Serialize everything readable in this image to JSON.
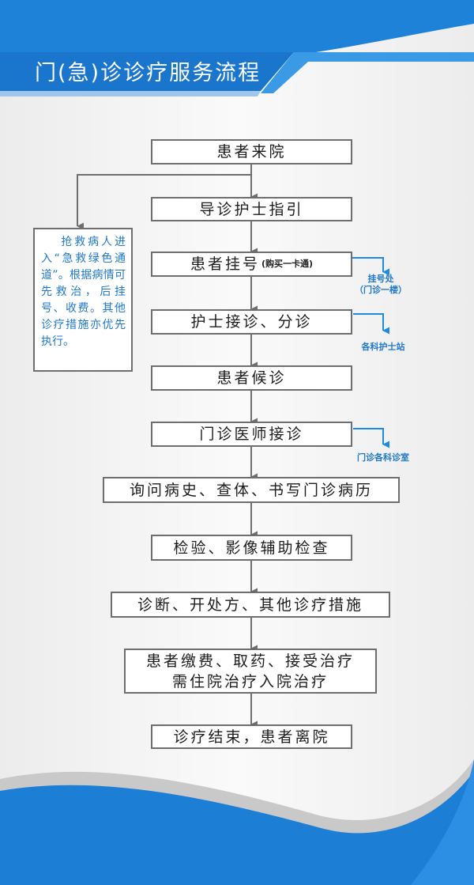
{
  "title": "门(急)诊诊疗服务流程",
  "colors": {
    "banner": "#1a7ad0",
    "accent": "#2a8ee2",
    "box_border": "#6e6e6e",
    "arrow": "#6e6e6e",
    "note_text": "#1f78c8"
  },
  "steps": [
    {
      "label": "患者来院"
    },
    {
      "label": "导诊护士指引"
    },
    {
      "label": "患者挂号",
      "small": "(购买一卡通)"
    },
    {
      "label": "护士接诊、分诊"
    },
    {
      "label": "患者候诊"
    },
    {
      "label": "门诊医师接诊"
    },
    {
      "label": "询问病史、查体、书写门诊病历"
    },
    {
      "label": "检验、影像辅助检查"
    },
    {
      "label": "诊断、开处方、其他诊疗措施"
    },
    {
      "label": "患者缴费、取药、接受治疗",
      "label2": "需住院治疗入院治疗"
    },
    {
      "label": "诊疗结束，患者离院"
    }
  ],
  "emergency_note": "抢救病人进入“急救绿色通道”。根据病情可先救治，后挂号、收费。其他诊疗措施亦优先执行。",
  "side_notes": {
    "registration": {
      "line1": "挂号处",
      "line2": "（门诊一楼）"
    },
    "nurse_station": "各科护士站",
    "clinic_room": "门诊各科诊室"
  }
}
